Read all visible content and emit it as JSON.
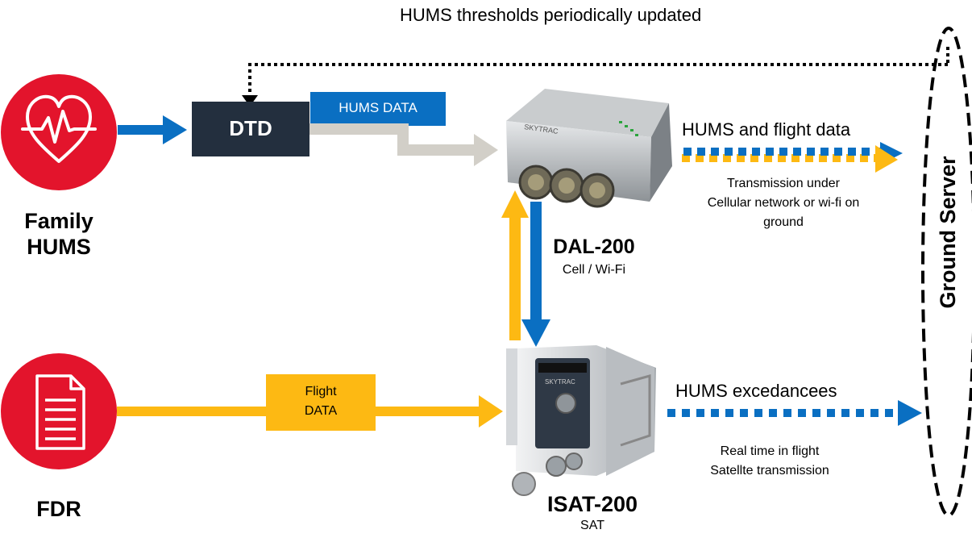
{
  "top_label": "HUMS thresholds periodically updated",
  "family_hums": {
    "icon": "heartbeat-icon",
    "label_line1": "Family",
    "label_line2": "HUMS"
  },
  "fdr": {
    "icon": "document-icon",
    "label": "FDR"
  },
  "dtd": {
    "label": "DTD"
  },
  "hums_data_tag": {
    "label": "HUMS DATA"
  },
  "flight_data_tag": {
    "label_line1": "Flight",
    "label_line2": "DATA"
  },
  "dal200": {
    "brand": "SKYTRAC",
    "name": "DAL-200",
    "subtitle": "Cell / Wi-Fi"
  },
  "isat200": {
    "brand": "SKYTRAC",
    "name": "ISAT-200",
    "subtitle": "SAT"
  },
  "hums_flight_link": {
    "title": "HUMS and flight data",
    "desc_line1": "Transmission under",
    "desc_line2": "Cellular network or wi-fi on",
    "desc_line3": "ground"
  },
  "excedance_link": {
    "title": "HUMS excedancees",
    "desc_line1": "Real time in flight",
    "desc_line2": "Satellte transmission"
  },
  "ground_server": {
    "label": "Ground Server"
  },
  "colors": {
    "red": "#e3142c",
    "navy": "#232f3e",
    "blue": "#0a6fc2",
    "yellow": "#fdb913",
    "gray": "#d2cfc8"
  }
}
